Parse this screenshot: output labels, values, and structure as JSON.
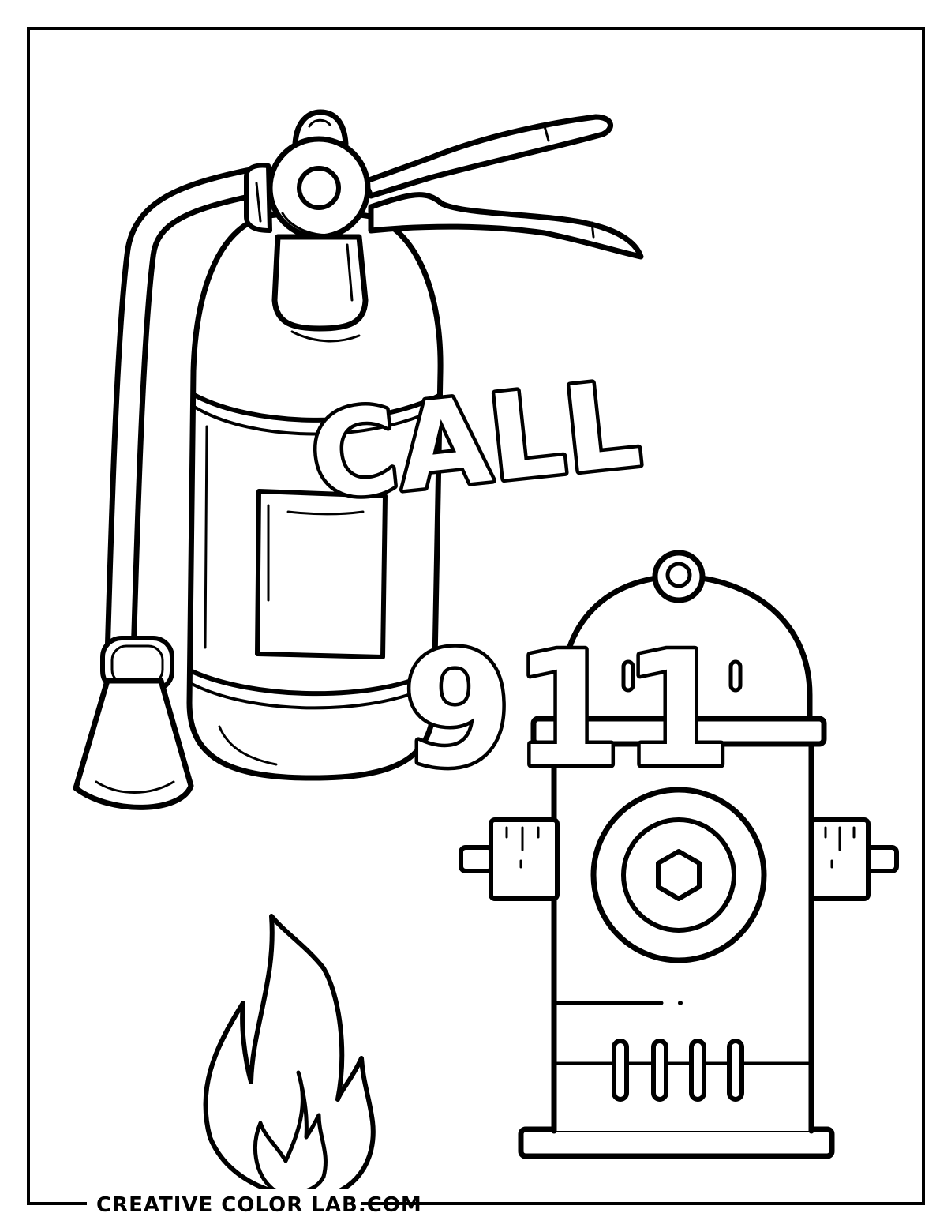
{
  "headline": {
    "word": "CALL",
    "number": "911"
  },
  "footer": {
    "credit": "CREATIVE COLOR LAB.COM"
  },
  "icons": {
    "extinguisher": "fire-extinguisher-icon",
    "hydrant": "fire-hydrant-icon",
    "flame": "flame-icon"
  },
  "colors": {
    "ink": "#000000",
    "paper": "#ffffff"
  }
}
